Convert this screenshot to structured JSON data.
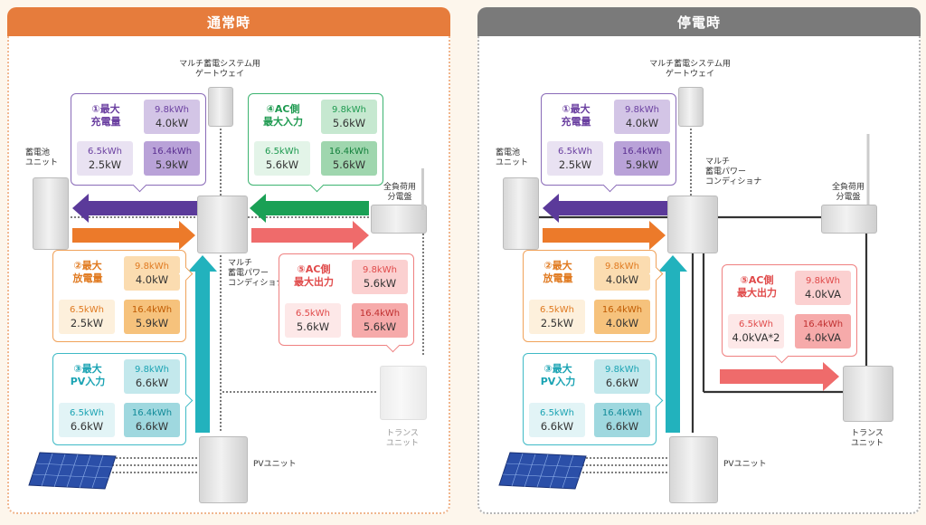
{
  "normal": {
    "header": "通常時",
    "labels": {
      "gateway_1": "マルチ蓄電システム用",
      "gateway_2": "ゲートウェイ",
      "battery_1": "蓄電池",
      "battery_2": "ユニット",
      "pcs_1": "マルチ",
      "pcs_2": "蓄電パワー",
      "pcs_3": "コンディショナ",
      "panelboard_1": "全負荷用",
      "panelboard_2": "分電盤",
      "trans_1": "トランス",
      "trans_2": "ユニット",
      "pv_unit": "PVユニット"
    },
    "boxes": {
      "charge": {
        "title_1": "①最大",
        "title_2": "充電量",
        "c1_1": "9.8kWh",
        "c1_2": "4.0kW",
        "c2_1": "6.5kWh",
        "c2_2": "2.5kW",
        "c3_1": "16.4kWh",
        "c3_2": "5.9kW"
      },
      "discharge": {
        "title_1": "②最大",
        "title_2": "放電量",
        "c1_1": "9.8kWh",
        "c1_2": "4.0kW",
        "c2_1": "6.5kWh",
        "c2_2": "2.5kW",
        "c3_1": "16.4kWh",
        "c3_2": "5.9kW"
      },
      "pv": {
        "title_1": "③最大",
        "title_2": "PV入力",
        "c1_1": "9.8kWh",
        "c1_2": "6.6kW",
        "c2_1": "6.5kWh",
        "c2_2": "6.6kW",
        "c3_1": "16.4kWh",
        "c3_2": "6.6kW"
      },
      "ac_in": {
        "title_1": "④AC側",
        "title_2": "最大入力",
        "c1_1": "9.8kWh",
        "c1_2": "5.6kW",
        "c2_1": "6.5kWh",
        "c2_2": "5.6kW",
        "c3_1": "16.4kWh",
        "c3_2": "5.6kW"
      },
      "ac_out": {
        "title_1": "⑤AC側",
        "title_2": "最大出力",
        "c1_1": "9.8kWh",
        "c1_2": "5.6kW",
        "c2_1": "6.5kWh",
        "c2_2": "5.6kW",
        "c3_1": "16.4kWh",
        "c3_2": "5.6kW"
      }
    }
  },
  "outage": {
    "header": "停電時",
    "labels": {
      "gateway_1": "マルチ蓄電システム用",
      "gateway_2": "ゲートウェイ",
      "battery_1": "蓄電池",
      "battery_2": "ユニット",
      "pcs_1": "マルチ",
      "pcs_2": "蓄電パワー",
      "pcs_3": "コンディショナ",
      "panelboard_1": "全負荷用",
      "panelboard_2": "分電盤",
      "trans_1": "トランス",
      "trans_2": "ユニット",
      "pv_unit": "PVユニット"
    },
    "boxes": {
      "charge": {
        "title_1": "①最大",
        "title_2": "充電量",
        "c1_1": "9.8kWh",
        "c1_2": "4.0kW",
        "c2_1": "6.5kWh",
        "c2_2": "2.5kW",
        "c3_1": "16.4kWh",
        "c3_2": "5.9kW"
      },
      "discharge": {
        "title_1": "②最大",
        "title_2": "放電量",
        "c1_1": "9.8kWh",
        "c1_2": "4.0kW",
        "c2_1": "6.5kWh",
        "c2_2": "2.5kW",
        "c3_1": "16.4kWh",
        "c3_2": "4.0kW"
      },
      "pv": {
        "title_1": "③最大",
        "title_2": "PV入力",
        "c1_1": "9.8kWh",
        "c1_2": "6.6kW",
        "c2_1": "6.5kWh",
        "c2_2": "6.6kW",
        "c3_1": "16.4kWh",
        "c3_2": "6.6kW"
      },
      "ac_out": {
        "title_1": "⑤AC側",
        "title_2": "最大出力",
        "c1_1": "9.8kWh",
        "c1_2": "4.0kVA",
        "c2_1": "6.5kWh",
        "c2_2": "4.0kVA*2",
        "c3_1": "16.4kWh",
        "c3_2": "4.0kVA"
      }
    }
  },
  "colors": {
    "purple": "#5b3a9a",
    "orange": "#ec7a2a",
    "cyan": "#22b2bd",
    "green": "#1aa055",
    "red": "#ef6b6b",
    "normal_header": "#e67c3c",
    "outage_header": "#7a7a7a"
  }
}
